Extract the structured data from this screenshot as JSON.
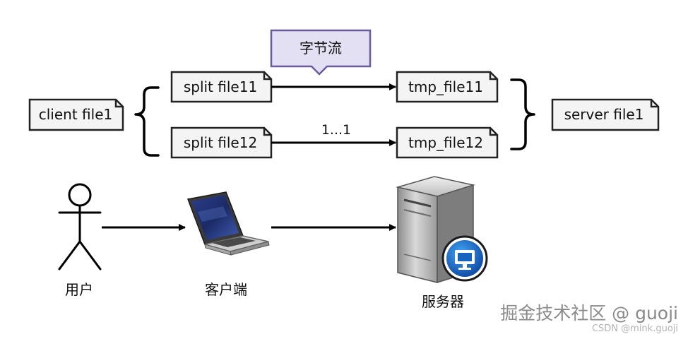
{
  "callout": {
    "label": "字节流"
  },
  "documents": {
    "client_file": "client file1",
    "split_file_1": "split file11",
    "split_file_2": "split file12",
    "tmp_file_1": "tmp_file11",
    "tmp_file_2": "tmp_file12",
    "server_file": "server file1"
  },
  "edge_labels": {
    "repeat_range": "1...1"
  },
  "actors": {
    "user": "用户",
    "client": "客户端",
    "server": "服务器"
  },
  "watermark": {
    "primary": "掘金技术社区 @ guoji",
    "secondary": "CSDN @mink.guoji"
  },
  "colors": {
    "doc_fill": "#f4f4f4",
    "doc_stroke": "#222222",
    "callout_fill": "#e3e0f3",
    "callout_stroke": "#6c5b9b",
    "arrow": "#000000",
    "server_badge": "#1565c0"
  }
}
